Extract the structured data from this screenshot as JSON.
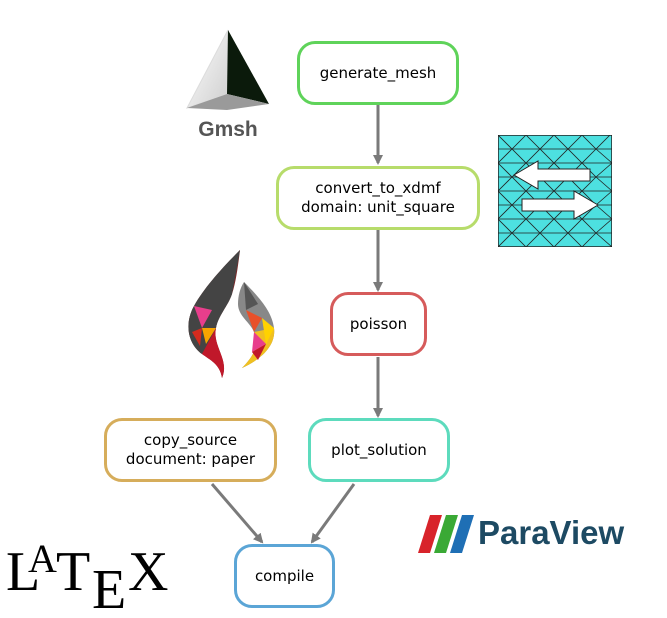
{
  "nodes": {
    "generate_mesh": {
      "label": "generate_mesh",
      "color": "#5fd35a"
    },
    "convert_to_xdmf": {
      "line1": "convert_to_xdmf",
      "line2": "domain: unit_square",
      "color": "#b7dc6b"
    },
    "poisson": {
      "label": "poisson",
      "color": "#d65b5b"
    },
    "plot_solution": {
      "label": "plot_solution",
      "color": "#5ddbbd"
    },
    "copy_source": {
      "line1": "copy_source",
      "line2": "document: paper",
      "color": "#d6ad5b"
    },
    "compile": {
      "label": "compile",
      "color": "#5ba5d6"
    }
  },
  "edge_color": "#7a7a7a",
  "logos": {
    "gmsh": {
      "name": "gmsh-logo",
      "text": "Gmsh"
    },
    "mesh": {
      "name": "mesh-arrows-logo",
      "fill": "#4de0e0"
    },
    "fenics": {
      "name": "fenics-flame-logo"
    },
    "latex": {
      "name": "latex-logo",
      "text": "LATEX"
    },
    "paraview": {
      "name": "paraview-logo",
      "text": "ParaView"
    }
  }
}
